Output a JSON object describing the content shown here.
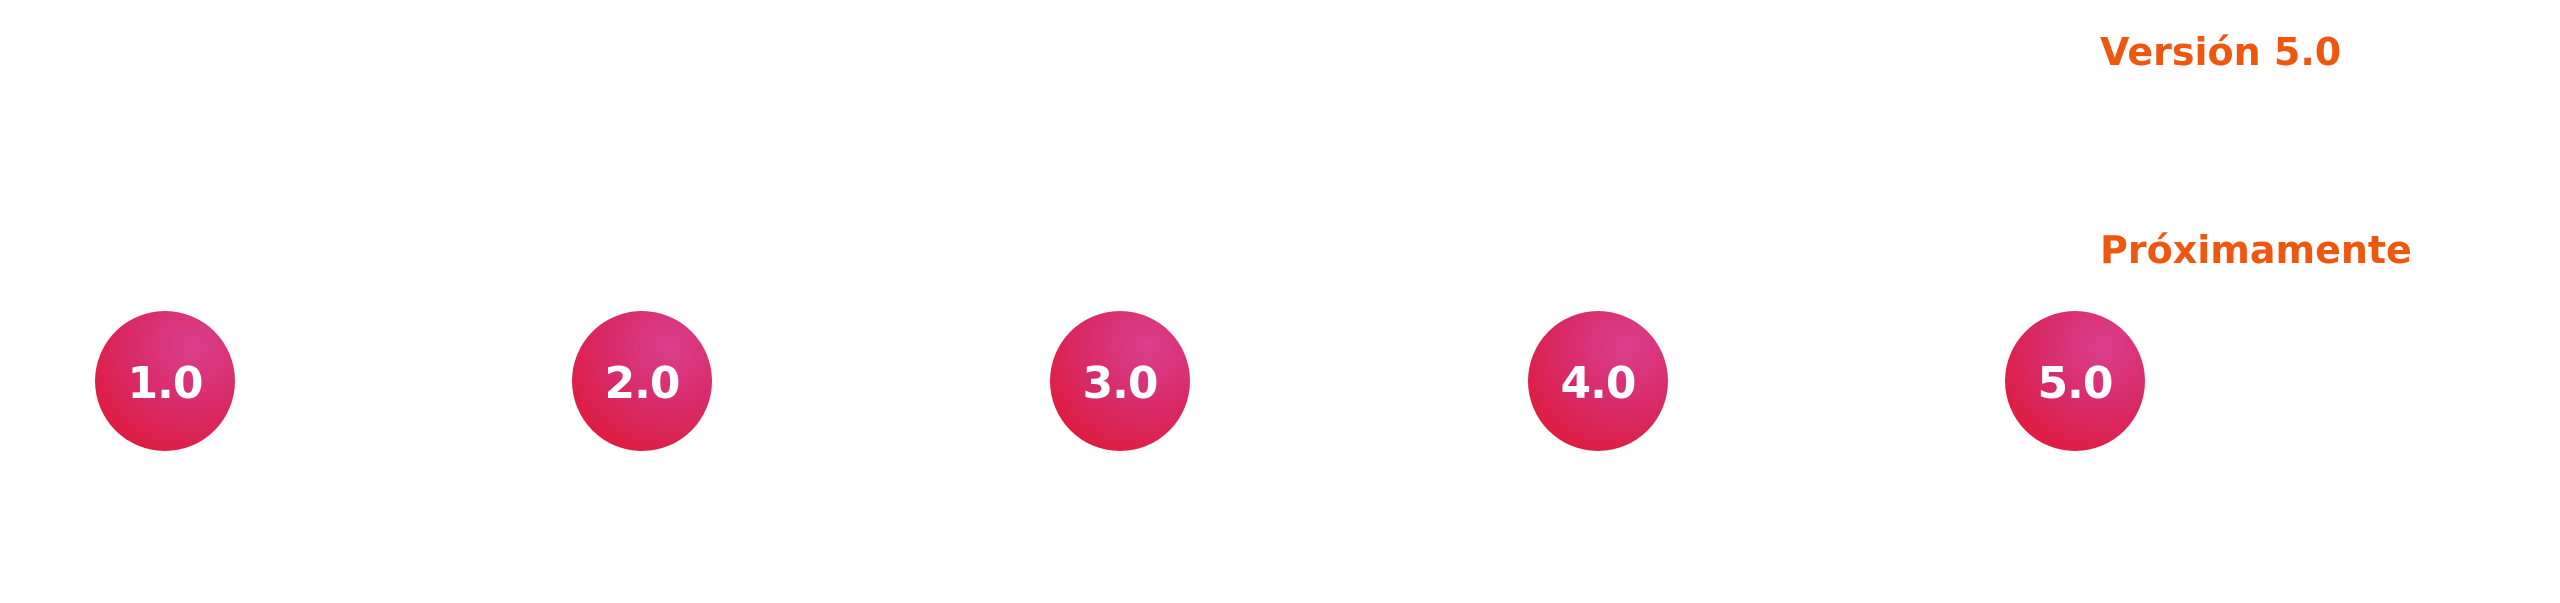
{
  "versions": [
    {
      "id": "v1",
      "label": "1.0"
    },
    {
      "id": "v2",
      "label": "2.0"
    },
    {
      "id": "v3",
      "label": "3.0"
    },
    {
      "id": "v4",
      "label": "4.0"
    },
    {
      "id": "v5",
      "label": "5.0"
    }
  ],
  "headings": {
    "current_version": "Versión 5.0",
    "coming_soon": "Próximamente"
  },
  "colors": {
    "accent": "#ee5710",
    "circle_top": "#db3f8f",
    "circle_bottom": "#e2152b",
    "label_text": "#ffffff"
  }
}
